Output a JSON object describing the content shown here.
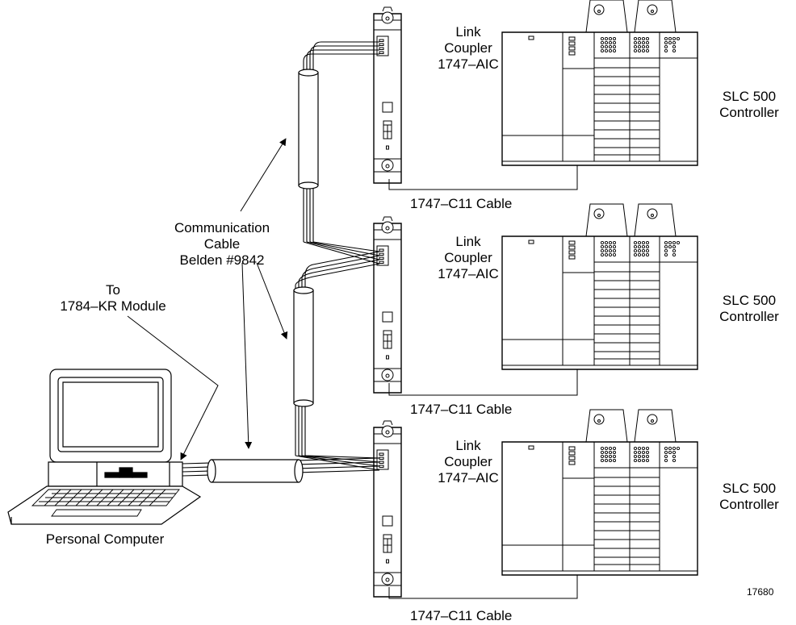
{
  "labels": {
    "link_coupler": "Link\nCoupler\n1747–AIC",
    "slc_controller": "SLC 500\nController",
    "c11_cable": "1747–C11 Cable",
    "comm_cable": "Communication\nCable\nBelden #9842",
    "to_kr_module": "To\n1784–KR Module",
    "personal_computer": "Personal Computer",
    "figure_number": "17680"
  },
  "nodes": [
    {
      "id": "aic-1",
      "type": "Link Coupler 1747–AIC"
    },
    {
      "id": "aic-2",
      "type": "Link Coupler 1747–AIC"
    },
    {
      "id": "aic-3",
      "type": "Link Coupler 1747–AIC"
    },
    {
      "id": "slc-1",
      "type": "SLC 500 Controller"
    },
    {
      "id": "slc-2",
      "type": "SLC 500 Controller"
    },
    {
      "id": "slc-3",
      "type": "SLC 500 Controller"
    },
    {
      "id": "pc",
      "type": "Personal Computer"
    }
  ],
  "links": [
    {
      "from": "pc",
      "to": "aic-3",
      "label": "Communication Cable Belden #9842"
    },
    {
      "from": "aic-3",
      "to": "aic-2",
      "label": "Communication Cable Belden #9842"
    },
    {
      "from": "aic-2",
      "to": "aic-1",
      "label": "Communication Cable Belden #9842"
    },
    {
      "from": "aic-1",
      "to": "slc-1",
      "label": "1747–C11 Cable"
    },
    {
      "from": "aic-2",
      "to": "slc-2",
      "label": "1747–C11 Cable"
    },
    {
      "from": "aic-3",
      "to": "slc-3",
      "label": "1747–C11 Cable"
    }
  ]
}
